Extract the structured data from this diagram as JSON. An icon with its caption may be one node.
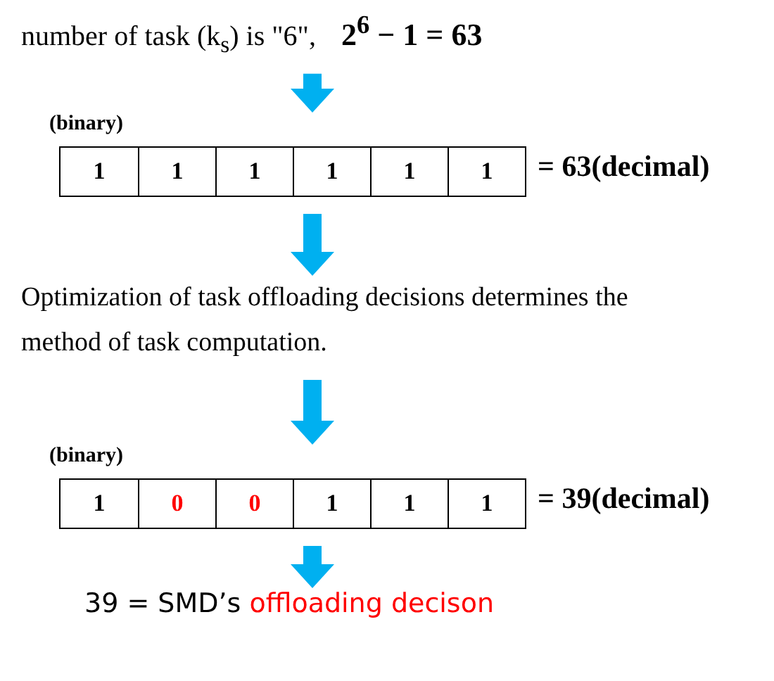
{
  "diagram": {
    "nodes": [
      {
        "text": [
          "number of task (k$_{s}$) is \"6\",",
          "2$^{6}$ − 1 = 63"
        ]
      },
      {
        "text": [
          "(binary)",
          "1",
          "1",
          "1",
          "1",
          "1",
          "1"
        ],
        "beside": [
          "= 63(decimal)"
        ]
      },
      {
        "text": [
          "Optimization of task offloading decisions determines the method of task computation."
        ]
      },
      {
        "text": [
          "(binary)",
          "1",
          "0",
          "0",
          "1",
          "1",
          "1"
        ],
        "beside": [
          "= 39(decimal)"
        ]
      },
      {
        "text": [
          "39 = SMD’s",
          "offloading decison"
        ]
      }
    ],
    "edges": [
      {
        "from": 0,
        "to": 1,
        "arrow": "to",
        "style": "thick"
      },
      {
        "from": 1,
        "to": 2,
        "arrow": "to",
        "style": "thick"
      },
      {
        "from": 2,
        "to": 3,
        "arrow": "to",
        "style": "thick"
      },
      {
        "from": 3,
        "to": 4,
        "arrow": "to",
        "style": "thick"
      }
    ]
  }
}
